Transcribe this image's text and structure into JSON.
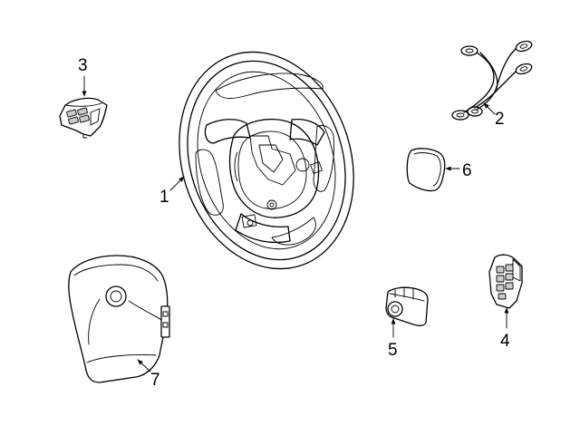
{
  "diagram": {
    "callouts": [
      {
        "id": "p1",
        "label": "1"
      },
      {
        "id": "p2",
        "label": "2"
      },
      {
        "id": "p3",
        "label": "3"
      },
      {
        "id": "p4",
        "label": "4"
      },
      {
        "id": "p5",
        "label": "5"
      },
      {
        "id": "p6",
        "label": "6"
      },
      {
        "id": "p7",
        "label": "7"
      }
    ]
  },
  "colors": {
    "line": "#000000",
    "background": "#ffffff"
  }
}
